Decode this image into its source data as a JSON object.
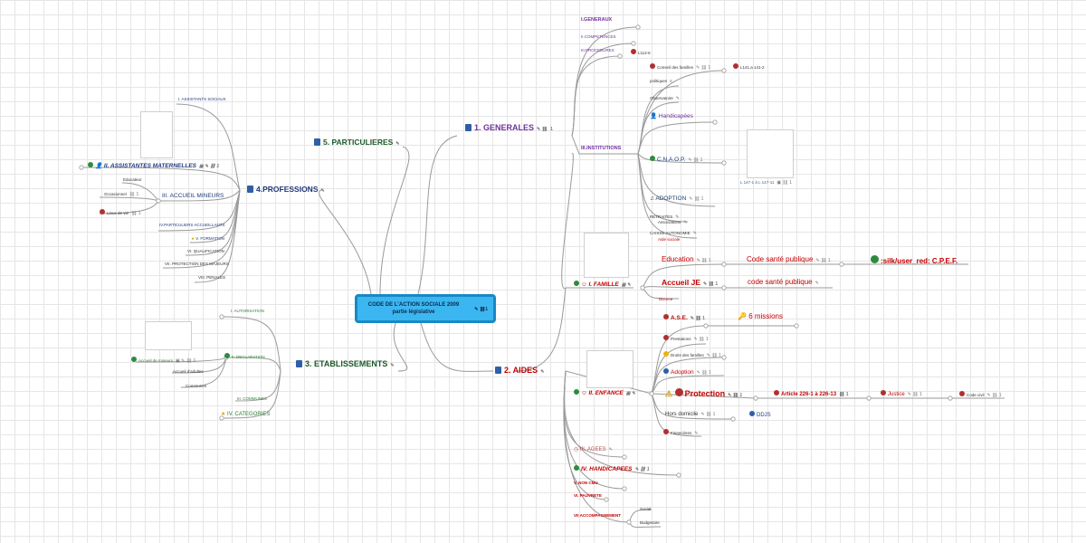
{
  "center": {
    "title": "CODE DE L'ACTION  SOCIALE  2009",
    "subtitle": "partie législative",
    "count": "1"
  },
  "b1": {
    "label": "1. GENERALES",
    "count": "1",
    "items": {
      "generaux": "I.GENERAUX",
      "competences": "II.COMPETENCES",
      "procedures": "III.PROCEDURES",
      "l1124": "L112-6",
      "institutions": "III.INSTITUTIONS"
    }
  },
  "inst": {
    "conseil": "Conseil des familles",
    "l141": "L141.a 141-2",
    "politiques": "politiques",
    "observatoire": "Observatoire",
    "handicapees": "Handicapées",
    "cnaop": "C.N.A.O.P.",
    "l147": "L 147-1 à L 147-11",
    "adoption": "ADOPTION",
    "retraites": "RETRAITES",
    "associations": "Associations",
    "caisse": "CAISSE AUTONOMIE",
    "aide": "Aide sociale"
  },
  "b2": {
    "label": "2.  AIDES",
    "famille": "I. FAMILLE",
    "education": "Education",
    "code_sante1": "Code santé publique",
    "cpef": ":silk/user_red: C.P.E.F.",
    "accueil_je": "Accueil JE",
    "code_sante2": "code santé publique",
    "divorce": "Divorce",
    "enfance": "II. ENFANCE",
    "ase": "A.S.E.",
    "missions": "6 missions",
    "prestations": "Prestations",
    "droits": "Droits des familles",
    "adoption": "Adoption",
    "protection": "Protection",
    "article": "Article 226-1 à 226-13",
    "justice": "Justice",
    "code_civil": "Code civil",
    "hors": "Hors domicile",
    "ddjs": "DDJS",
    "financiere": "Financières",
    "ages": "III. AGEES",
    "handicapees": "IV. HANDICAPEES",
    "cmu": "V. NON CMU",
    "pauvrete": "VI. PAUVRETE",
    "accomp": "VII ACCOMPAGNEMENT",
    "social": "Social",
    "budgetaire": "Budgetaire"
  },
  "b3": {
    "label": "3. ETABLISSEMENTS",
    "autorisation": "I. AUTORISATION",
    "declaration": "II. DECLARATION",
    "accueil_mineurs": "Accueil de mineurs",
    "accueil_adultes": "Accueil d'adultes",
    "communes": "Communes",
    "communes2": "III. COMMUNES",
    "categories": "IV. CATEGORIES"
  },
  "b4": {
    "label": "4.PROFESSIONS",
    "assistants_sociaux": "I. ASSISTANTS SOCIAUX",
    "assistantes_mat": "II. ASSISTANTES MATERNELLES",
    "accueil_mineurs": "III. ACCUEIL MINEURS",
    "educateur": "Educateur",
    "occasionnel": "Occasionnel",
    "lieux": "Lieux de vie",
    "particuliers": "IV.PARTICULIERS ACCUEILLANTS",
    "formation": "V. FORMATION",
    "qualification": "VI. QUALIFICATION",
    "protection_majeurs": "VII. PROTECTION DES MAJEURS",
    "penales": "VIII. PENALES"
  },
  "b5": {
    "label": "5. PARTICULIERES"
  },
  "colors": {
    "central_fill": "#3cb6f0",
    "central_border": "#1789c4",
    "purple": "#7030a0",
    "red": "#c00000",
    "green": "#2e7d32",
    "navy": "#1f3a7a"
  }
}
